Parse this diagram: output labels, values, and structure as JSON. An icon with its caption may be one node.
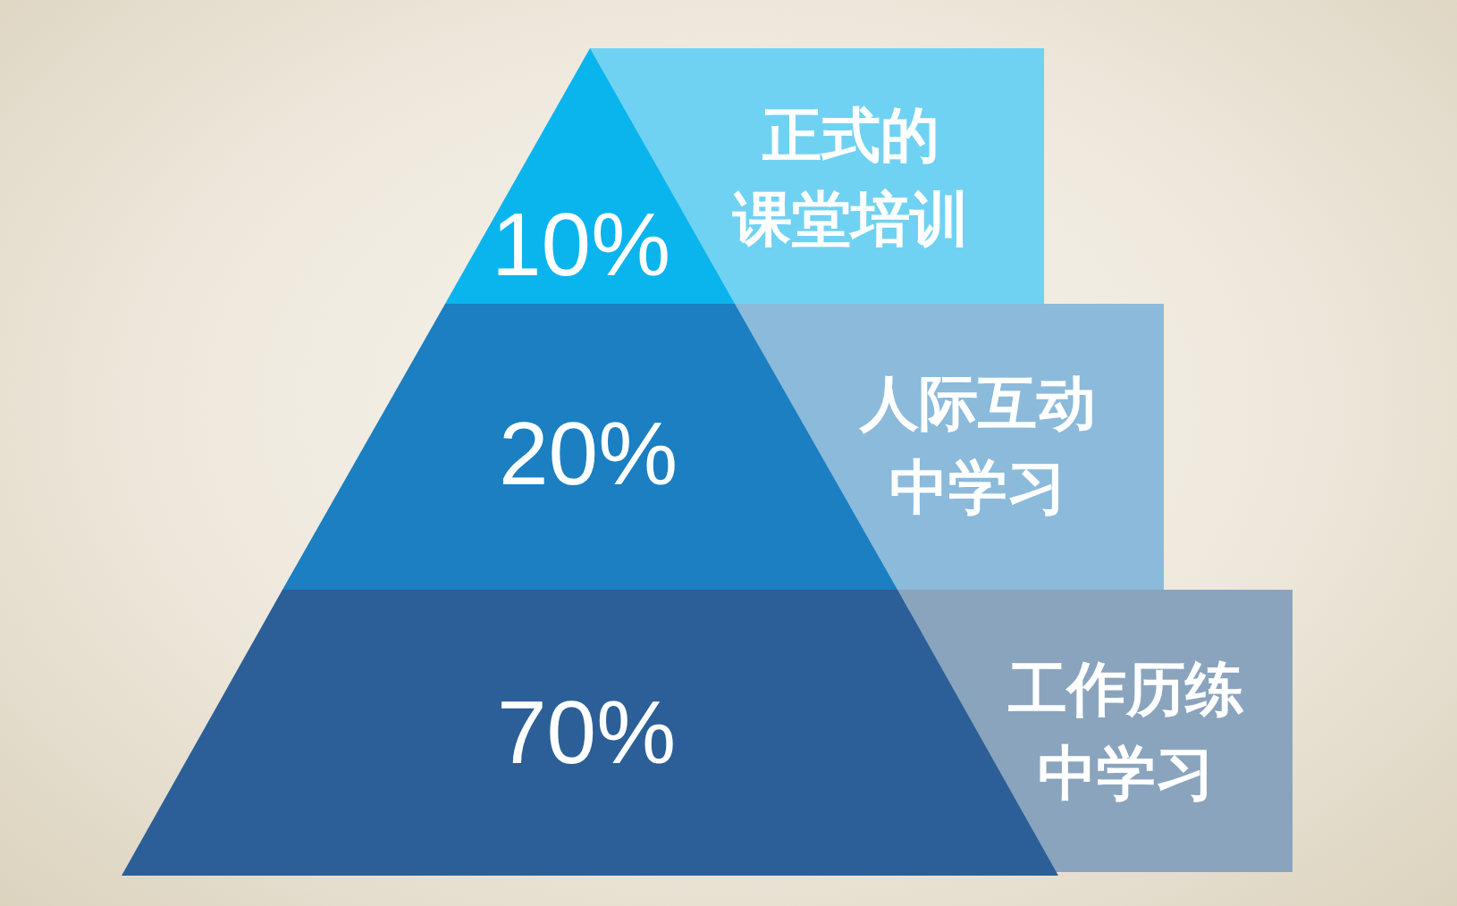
{
  "diagram": {
    "nodes": [
      {
        "text": [
          "10%"
        ]
      },
      {
        "text": [
          "正式的课堂培训"
        ]
      },
      {
        "text": [
          "20%"
        ]
      },
      {
        "text": [
          "人际互动中学习"
        ]
      },
      {
        "text": [
          "70%"
        ]
      },
      {
        "text": [
          "工作历练中学习"
        ]
      }
    ]
  }
}
